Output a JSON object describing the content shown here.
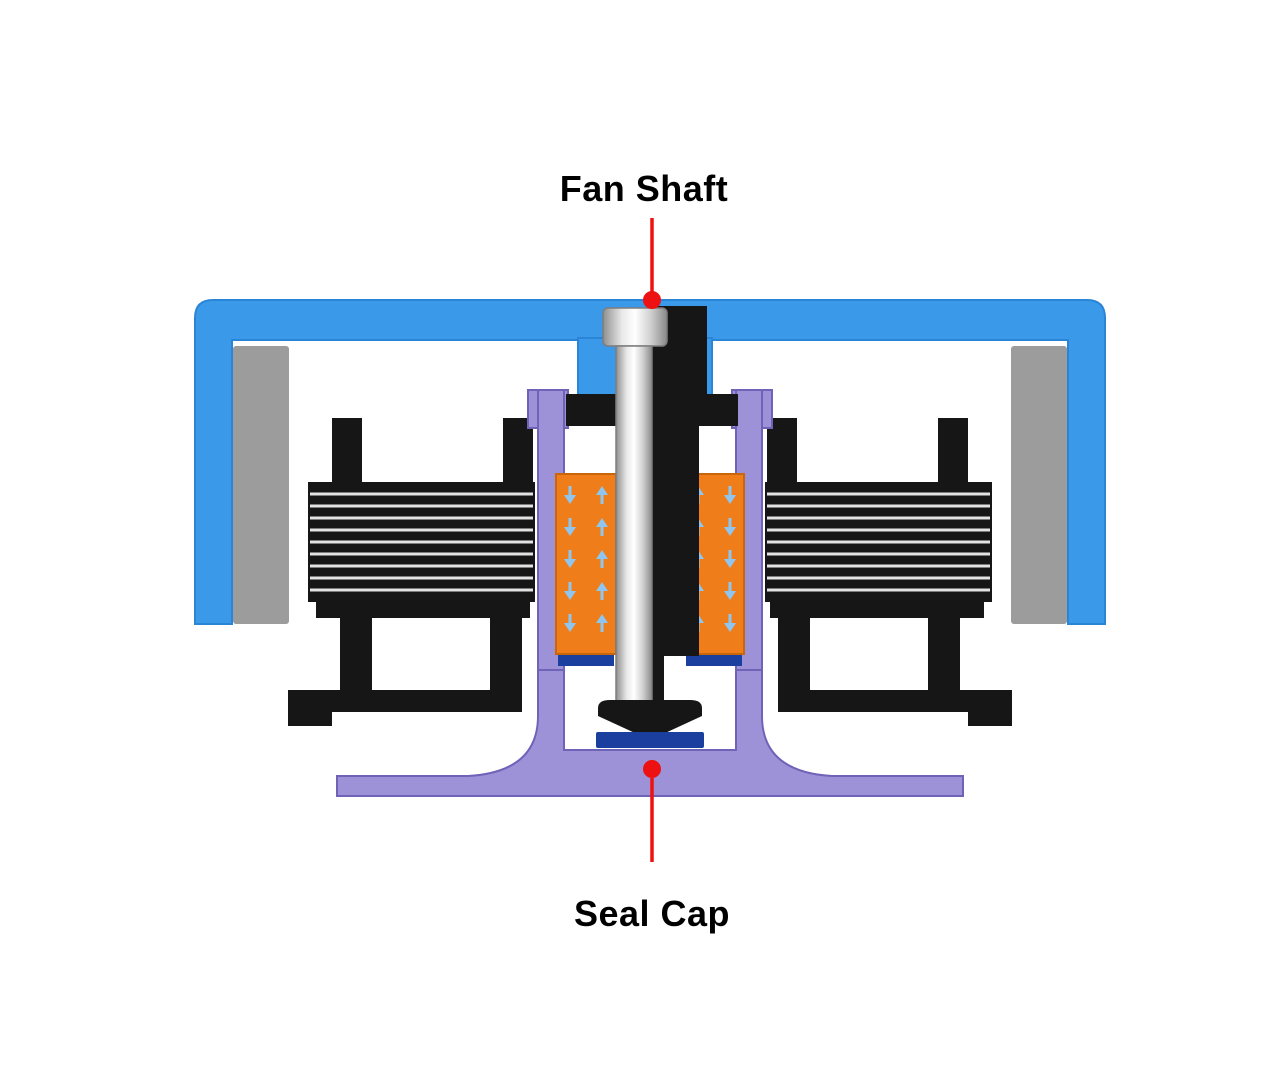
{
  "page": {
    "background": "#ffffff"
  },
  "diagram": {
    "type": "fan-motor-cutaway",
    "labels": {
      "fan_shaft": "Fan Shaft",
      "seal_cap": "Seal Cap"
    },
    "colors": {
      "page_bg": "#ffffff",
      "housing_blue": "#3b99ea",
      "housing_blue_dark": "#2a85d6",
      "bracket_gray": "#9c9c9c",
      "stator_black": "#161616",
      "stator_stripe": "#e3e3e3",
      "bearing_purple": "#9d92d8",
      "bearing_purple_dark": "#6f63b8",
      "sleeve_orange": "#ef7d1a",
      "sleeve_orange_dark": "#c9660a",
      "arrow_blue": "#8ec6f0",
      "seal_navy": "#1b3f9e",
      "callout_red": "#ee1111"
    }
  }
}
